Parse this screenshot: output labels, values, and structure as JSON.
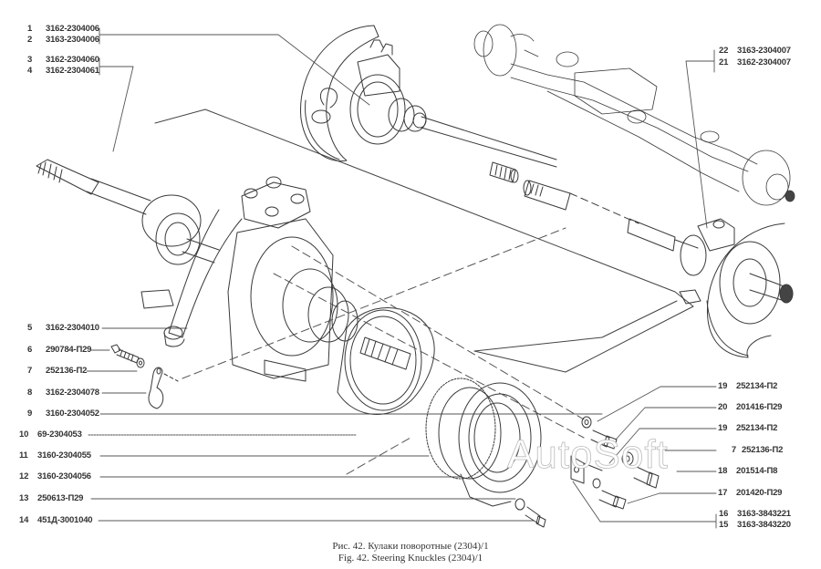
{
  "figure": {
    "caption_ru": "Рис. 42. Кулаки поворотные (2304)/1",
    "caption_en": "Fig. 42. Steering Knuckles (2304)/1",
    "watermark": "AutoSoft"
  },
  "parts_left": [
    {
      "num": "1",
      "code": "3162-2304006"
    },
    {
      "num": "2",
      "code": "3163-2304006"
    },
    {
      "num": "3",
      "code": "3162-2304060"
    },
    {
      "num": "4",
      "code": "3162-2304061"
    },
    {
      "num": "5",
      "code": "3162-2304010"
    },
    {
      "num": "6",
      "code": "290784-П29"
    },
    {
      "num": "7",
      "code": "252136-П2"
    },
    {
      "num": "8",
      "code": "3162-2304078"
    },
    {
      "num": "9",
      "code": "3160-2304052"
    },
    {
      "num": "10",
      "code": "69-2304053"
    },
    {
      "num": "11",
      "code": "3160-2304055"
    },
    {
      "num": "12",
      "code": "3160-2304056"
    },
    {
      "num": "13",
      "code": "250613-П29"
    },
    {
      "num": "14",
      "code": "451Д-3001040"
    }
  ],
  "parts_right": [
    {
      "num": "22",
      "code": "3163-2304007"
    },
    {
      "num": "21",
      "code": "3162-2304007"
    },
    {
      "num": "19",
      "code": "252134-П2"
    },
    {
      "num": "20",
      "code": "201416-П29"
    },
    {
      "num": "19",
      "code": "252134-П2"
    },
    {
      "num": "7",
      "code": "252136-П2"
    },
    {
      "num": "18",
      "code": "201514-П8"
    },
    {
      "num": "17",
      "code": "201420-П29"
    },
    {
      "num": "16",
      "code": "3163-3843221"
    },
    {
      "num": "15",
      "code": "3163-3843220"
    }
  ],
  "colors": {
    "line": "#3a3a3a",
    "text": "#333333",
    "background": "#ffffff"
  }
}
